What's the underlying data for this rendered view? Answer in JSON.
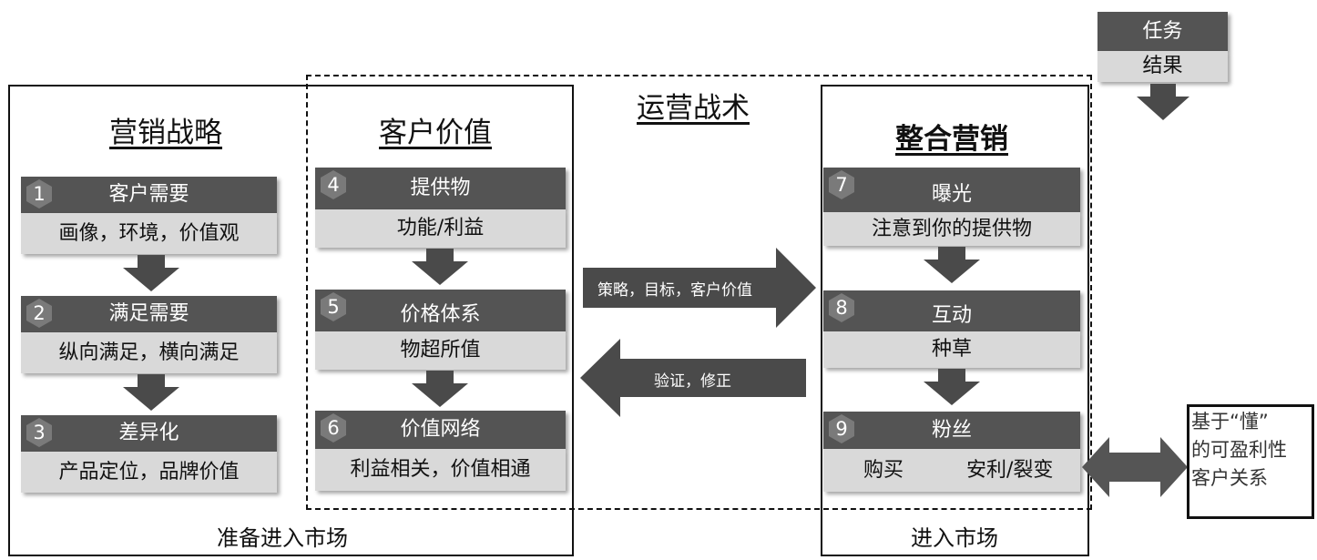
{
  "legend": {
    "task": "任务",
    "result": "结果"
  },
  "sections": {
    "strategy": {
      "title": "营销战略",
      "footer": "准备进入市场"
    },
    "value": {
      "title": "客户价值"
    },
    "tactics": {
      "title": "运营战术"
    },
    "integrated": {
      "title": "整合营销",
      "footer": "进入市场"
    }
  },
  "steps": [
    {
      "num": "1",
      "task": "客户需要",
      "result": "画像，环境，价值观"
    },
    {
      "num": "2",
      "task": "满足需要",
      "result": "纵向满足，横向满足"
    },
    {
      "num": "3",
      "task": "差异化",
      "result": "产品定位，品牌价值"
    },
    {
      "num": "4",
      "task": "提供物",
      "result": "功能/利益"
    },
    {
      "num": "5",
      "task": "价格体系",
      "result": "物超所值"
    },
    {
      "num": "6",
      "task": "价值网络",
      "result": "利益相关，价值相通"
    },
    {
      "num": "7",
      "task": "曝光",
      "result": "注意到你的提供物"
    },
    {
      "num": "8",
      "task": "互动",
      "result": "种草"
    },
    {
      "num": "9",
      "task": "粉丝",
      "result_left": "购买",
      "result_right": "安利/裂变"
    }
  ],
  "flows": {
    "forward": "策略，目标，客户价值",
    "back": "验证，修正"
  },
  "note": {
    "line1": "基于“懂”",
    "line2": "的可盈利性",
    "line3": "客户关系"
  },
  "colors": {
    "task_bg": "#545454",
    "result_bg": "#d9d9d9",
    "arrow": "#4a4a4a"
  }
}
